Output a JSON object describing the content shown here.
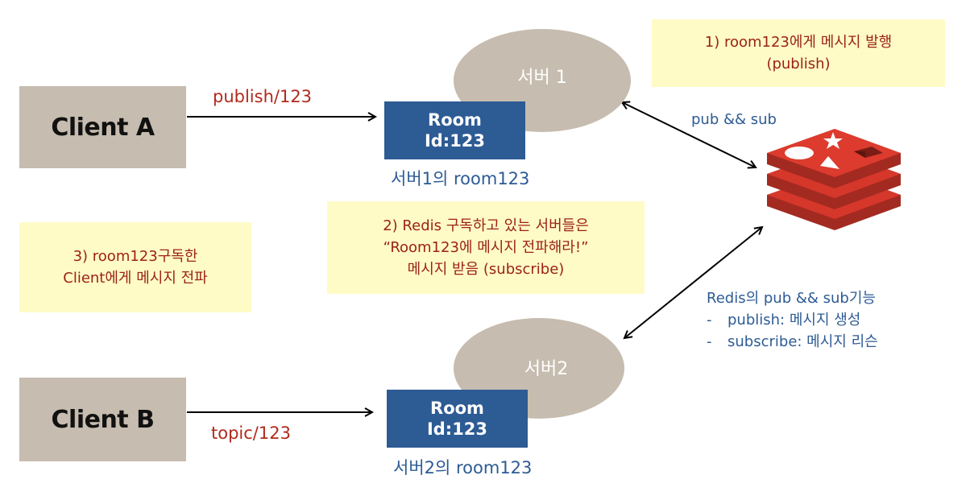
{
  "clients": {
    "a": "Client A",
    "b": "Client B"
  },
  "servers": {
    "s1": "서버 1",
    "s2": "서버2"
  },
  "rooms": {
    "r1": {
      "line1": "Room",
      "line2": "Id:123",
      "caption": "서버1의 room123"
    },
    "r2": {
      "line1": "Room",
      "line2": "Id:123",
      "caption": "서버2의 room123"
    }
  },
  "edges": {
    "a_to_room": "publish/123",
    "b_to_room": "topic/123",
    "server1_redis": "pub && sub"
  },
  "notes": {
    "n1": {
      "line1": "1) room123에게  메시지 발행",
      "line2": "(publish)"
    },
    "n2": {
      "line1": "2) Redis 구독하고 있는 서버들은",
      "line2": "“Room123에 메시지 전파해라!”",
      "line3": "메시지 받음 (subscribe)"
    },
    "n3": {
      "line1": "3) room123구독한",
      "line2": "Client에게 메시지 전파"
    }
  },
  "redis_info": {
    "title": "Redis의 pub && sub기능",
    "items": [
      {
        "bullet": "-",
        "text": "publish: 메시지 생성"
      },
      {
        "bullet": "-",
        "text": "subscribe: 메시지 리슨"
      }
    ]
  },
  "colors": {
    "client_bg": "#c6bcaf",
    "room_bg": "#2d5b94",
    "note_bg": "#fffbc6",
    "red_text": "#b02a1c",
    "blue_text": "#2d5b94",
    "redis_red": "#d6372b"
  },
  "icons": {
    "redis": "redis-logo-icon"
  }
}
